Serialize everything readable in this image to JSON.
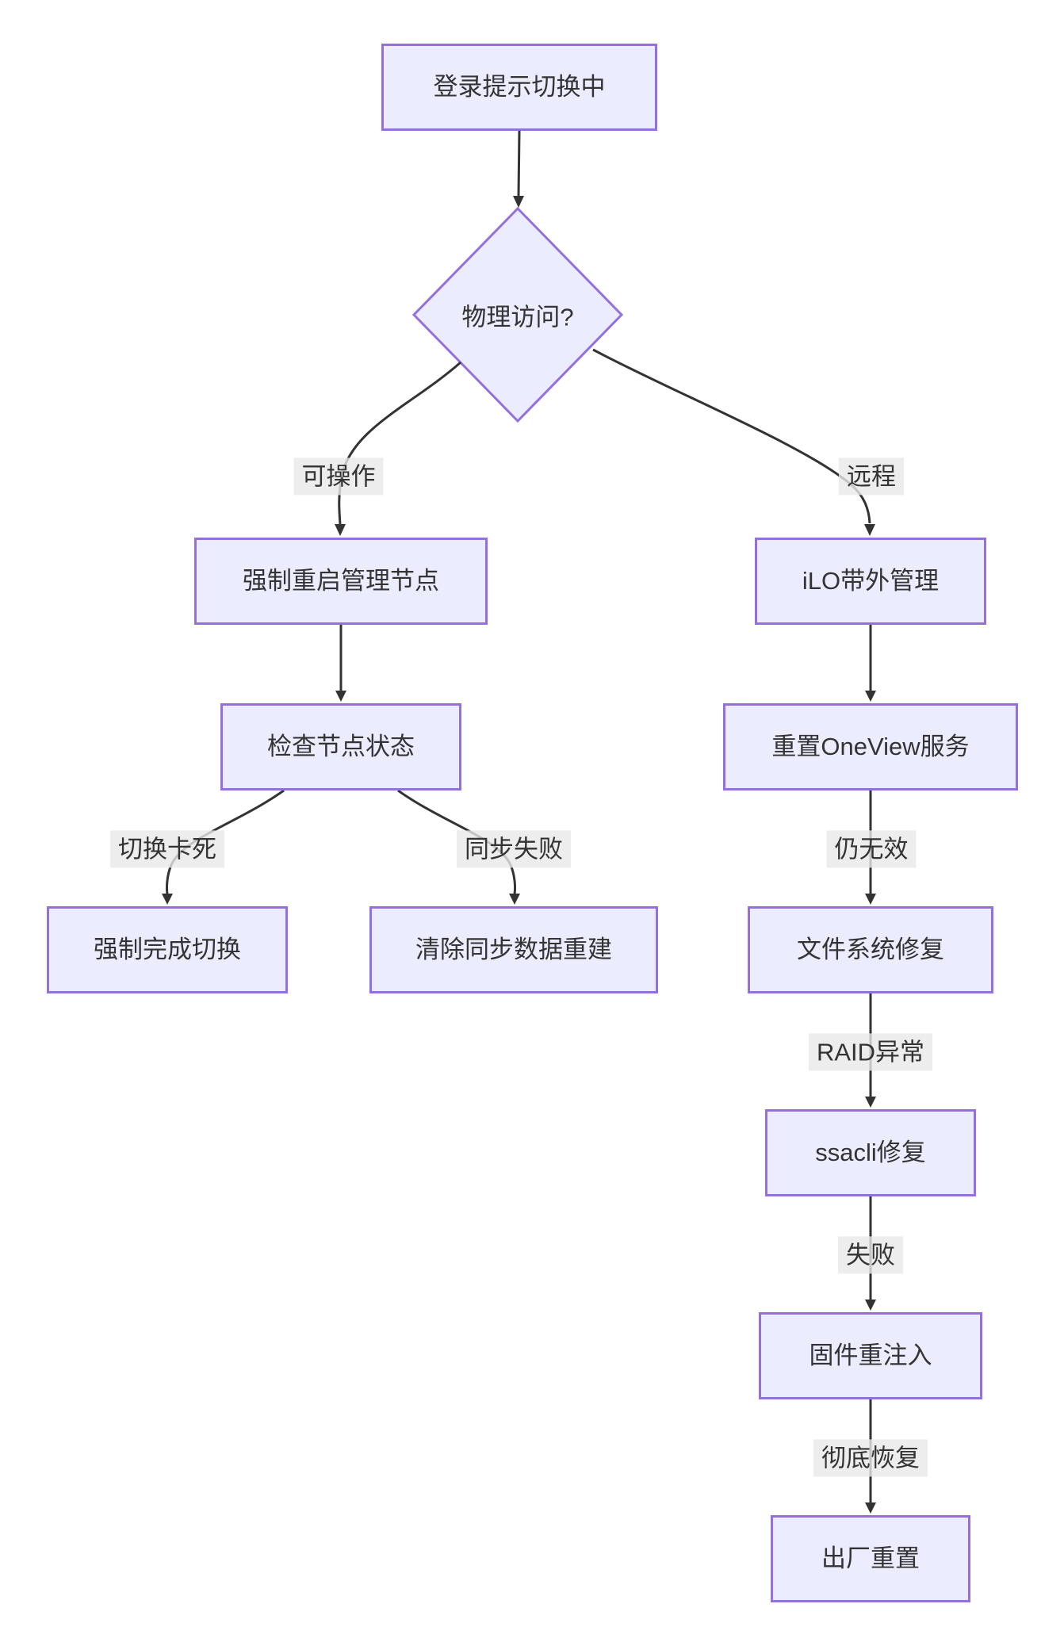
{
  "theme": {
    "node_fill": "#ECECFF",
    "node_border": "#9370DB",
    "edge_color": "#333333",
    "edge_label_bg": "#E8E8E8",
    "text_color": "#333333",
    "background": "#FFFFFF"
  },
  "nodes": [
    {
      "id": "A",
      "shape": "rect",
      "label": "登录提示切换中"
    },
    {
      "id": "B",
      "shape": "diamond",
      "label": "物理访问?"
    },
    {
      "id": "C",
      "shape": "rect",
      "label": "强制重启管理节点"
    },
    {
      "id": "D",
      "shape": "rect",
      "label": "检查节点状态"
    },
    {
      "id": "E",
      "shape": "rect",
      "label": "强制完成切换"
    },
    {
      "id": "F",
      "shape": "rect",
      "label": "清除同步数据重建"
    },
    {
      "id": "G",
      "shape": "rect",
      "label": "iLO带外管理"
    },
    {
      "id": "H",
      "shape": "rect",
      "label": "重置OneView服务"
    },
    {
      "id": "I",
      "shape": "rect",
      "label": "文件系统修复"
    },
    {
      "id": "J",
      "shape": "rect",
      "label": "ssacli修复"
    },
    {
      "id": "K",
      "shape": "rect",
      "label": "固件重注入"
    },
    {
      "id": "L",
      "shape": "rect",
      "label": "出厂重置"
    }
  ],
  "edge_labels": [
    "可操作",
    "远程",
    "切换卡死",
    "同步失败",
    "仍无效",
    "RAID异常",
    "失败",
    "彻底恢复"
  ]
}
